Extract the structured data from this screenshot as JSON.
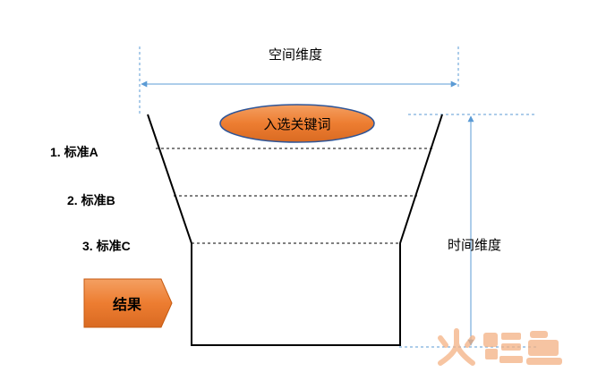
{
  "labels": {
    "space_dimension": "空间维度",
    "time_dimension": "时间维度",
    "input_keywords": "入选关键词",
    "criterion_a": "1. 标准A",
    "criterion_b": "2. 标准B",
    "criterion_c": "3. 标准C",
    "result": "结果",
    "watermark": "火鲤鱼"
  },
  "colors": {
    "orange_fill": "#ED7D31",
    "blue_line": "#5B9BD5",
    "black_line": "#000000",
    "watermark": "#F4B183"
  }
}
